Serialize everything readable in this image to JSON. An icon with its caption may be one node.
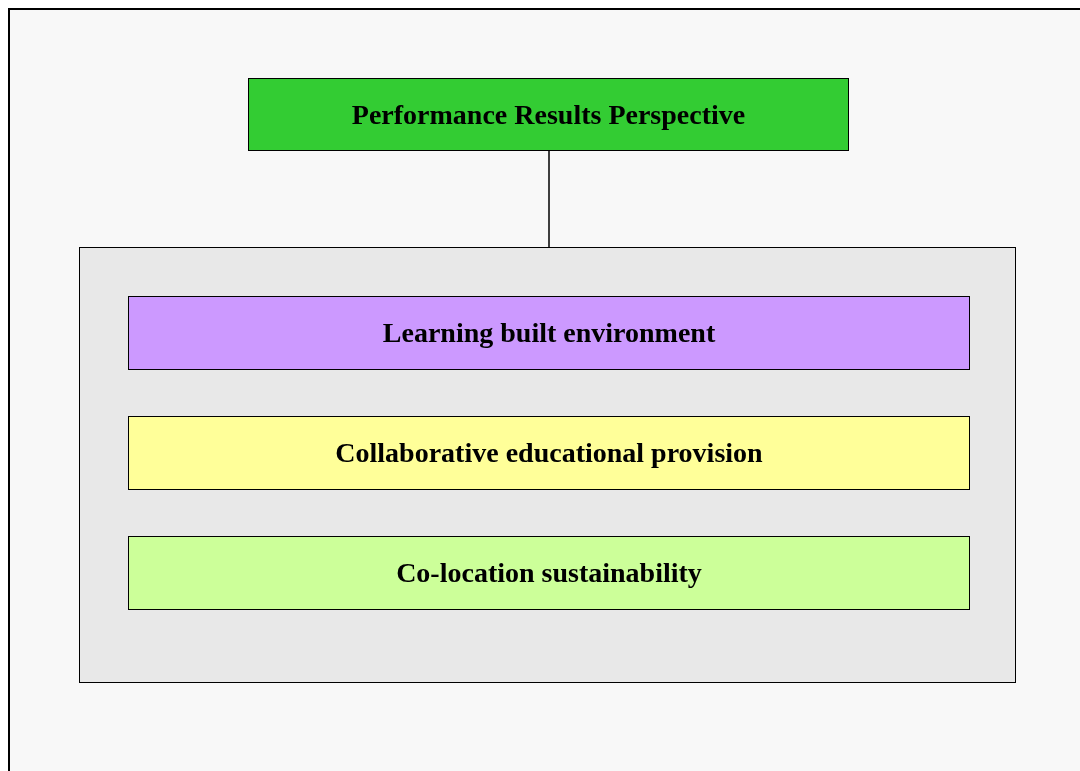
{
  "diagram": {
    "nodes": [
      {
        "text": [
          "Performance Results Perspective"
        ]
      },
      {
        "text": [],
        "shape": "box"
      },
      {
        "text": [
          "Learning built environment"
        ],
        "in": 1
      },
      {
        "text": [
          "Collaborative educational provision"
        ],
        "in": 1
      },
      {
        "text": [
          "Co-location sustainability"
        ],
        "in": 1
      }
    ],
    "edges": [
      {
        "from": 0,
        "to": 1,
        "arrow": "none"
      }
    ]
  }
}
